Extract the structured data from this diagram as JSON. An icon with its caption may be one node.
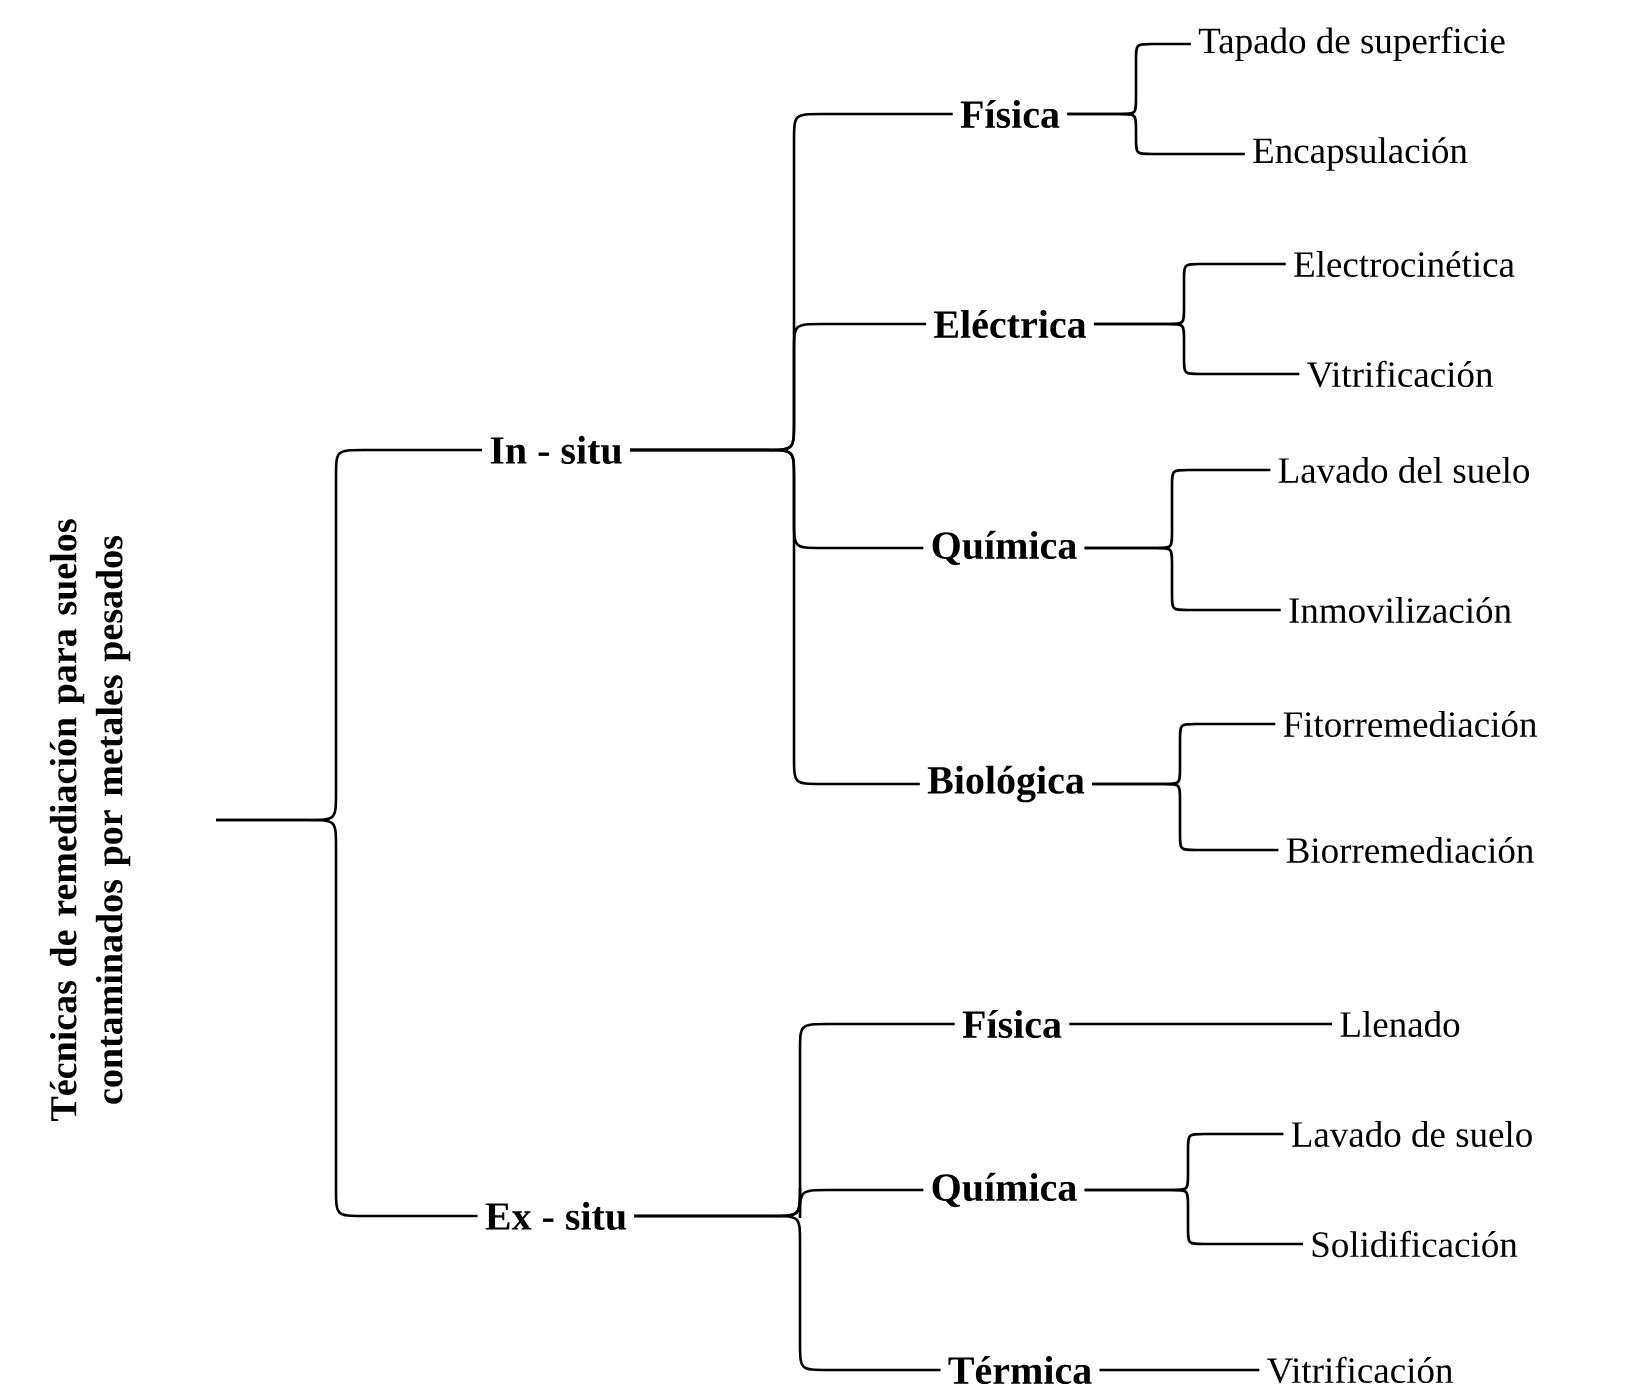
{
  "diagram": {
    "nodes": [
      {
        "text": [
          "Técnicas de remediación para suelos contaminados por metales pesados"
        ]
      },
      {
        "text": [
          "In - situ"
        ]
      },
      {
        "text": [
          "Ex - situ"
        ]
      },
      {
        "text": [
          "Física"
        ]
      },
      {
        "text": [
          "Tapado de superficie"
        ]
      },
      {
        "text": [
          "Encapsulación"
        ]
      },
      {
        "text": [
          "Eléctrica"
        ]
      },
      {
        "text": [
          "Electrocinética"
        ]
      },
      {
        "text": [
          "Vitrificación"
        ]
      },
      {
        "text": [
          "Química"
        ]
      },
      {
        "text": [
          "Lavado del suelo"
        ]
      },
      {
        "text": [
          "Inmovilización"
        ]
      },
      {
        "text": [
          "Biológica"
        ]
      },
      {
        "text": [
          "Fitorremediación"
        ]
      },
      {
        "text": [
          "Biorremediación"
        ]
      },
      {
        "text": [
          "Física"
        ]
      },
      {
        "text": [
          "Llenado"
        ]
      },
      {
        "text": [
          "Química"
        ]
      },
      {
        "text": [
          "Lavado de suelo"
        ]
      },
      {
        "text": [
          "Solidificación"
        ]
      },
      {
        "text": [
          "Térmica"
        ]
      },
      {
        "text": [
          "Vitrificación"
        ]
      }
    ],
    "edges": [
      {
        "from": 0,
        "to": 1,
        "arrow": "none"
      },
      {
        "from": 0,
        "to": 2,
        "arrow": "none"
      },
      {
        "from": 1,
        "to": 3,
        "arrow": "none"
      },
      {
        "from": 1,
        "to": 6,
        "arrow": "none"
      },
      {
        "from": 1,
        "to": 9,
        "arrow": "none"
      },
      {
        "from": 1,
        "to": 12,
        "arrow": "none"
      },
      {
        "from": 3,
        "to": 4,
        "arrow": "none"
      },
      {
        "from": 3,
        "to": 5,
        "arrow": "none"
      },
      {
        "from": 6,
        "to": 7,
        "arrow": "none"
      },
      {
        "from": 6,
        "to": 8,
        "arrow": "none"
      },
      {
        "from": 9,
        "to": 10,
        "arrow": "none"
      },
      {
        "from": 9,
        "to": 11,
        "arrow": "none"
      },
      {
        "from": 12,
        "to": 13,
        "arrow": "none"
      },
      {
        "from": 12,
        "to": 14,
        "arrow": "none"
      },
      {
        "from": 2,
        "to": 15,
        "arrow": "none"
      },
      {
        "from": 2,
        "to": 17,
        "arrow": "none"
      },
      {
        "from": 2,
        "to": 20,
        "arrow": "none"
      },
      {
        "from": 15,
        "to": 16,
        "arrow": "none"
      },
      {
        "from": 17,
        "to": 18,
        "arrow": "none"
      },
      {
        "from": 17,
        "to": 19,
        "arrow": "none"
      },
      {
        "from": 20,
        "to": 21,
        "arrow": "none"
      }
    ]
  }
}
